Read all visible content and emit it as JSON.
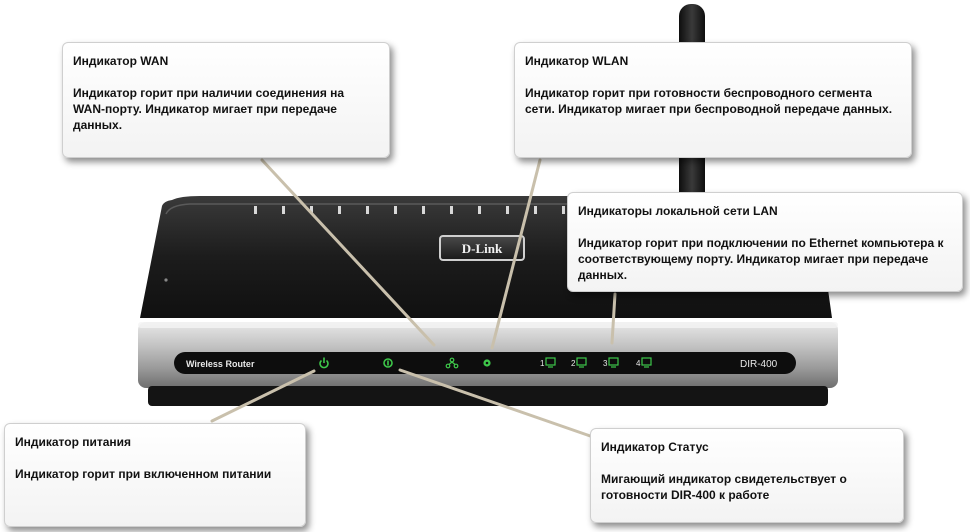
{
  "router": {
    "brand": "D-Link",
    "left_label": "Wireless Router",
    "model": "DIR-400",
    "lan_ports": [
      "1",
      "2",
      "3",
      "4"
    ],
    "led_color": "#3ec84a"
  },
  "callouts": {
    "wan": {
      "title": "Индикатор WAN",
      "text": "Индикатор горит при наличии соединения на WAN-порту. Индикатор мигает при передаче данных."
    },
    "wlan": {
      "title": "Индикатор WLAN",
      "text": "Индикатор горит при готовности беспроводного сегмента сети. Индикатор мигает при беспроводной передаче данных."
    },
    "lan": {
      "title": "Индикаторы локальной сети LAN",
      "text": "Индикатор горит при подключении по Ethernet компьютера к соответствующему порту. Индикатор мигает при передаче данных."
    },
    "power": {
      "title": "Индикатор питания",
      "text": "Индикатор горит при включенном питании"
    },
    "status": {
      "title": "Индикатор Статус",
      "text": "Мигающий индикатор свидетельствует о готовности DIR-400 к работе"
    }
  }
}
